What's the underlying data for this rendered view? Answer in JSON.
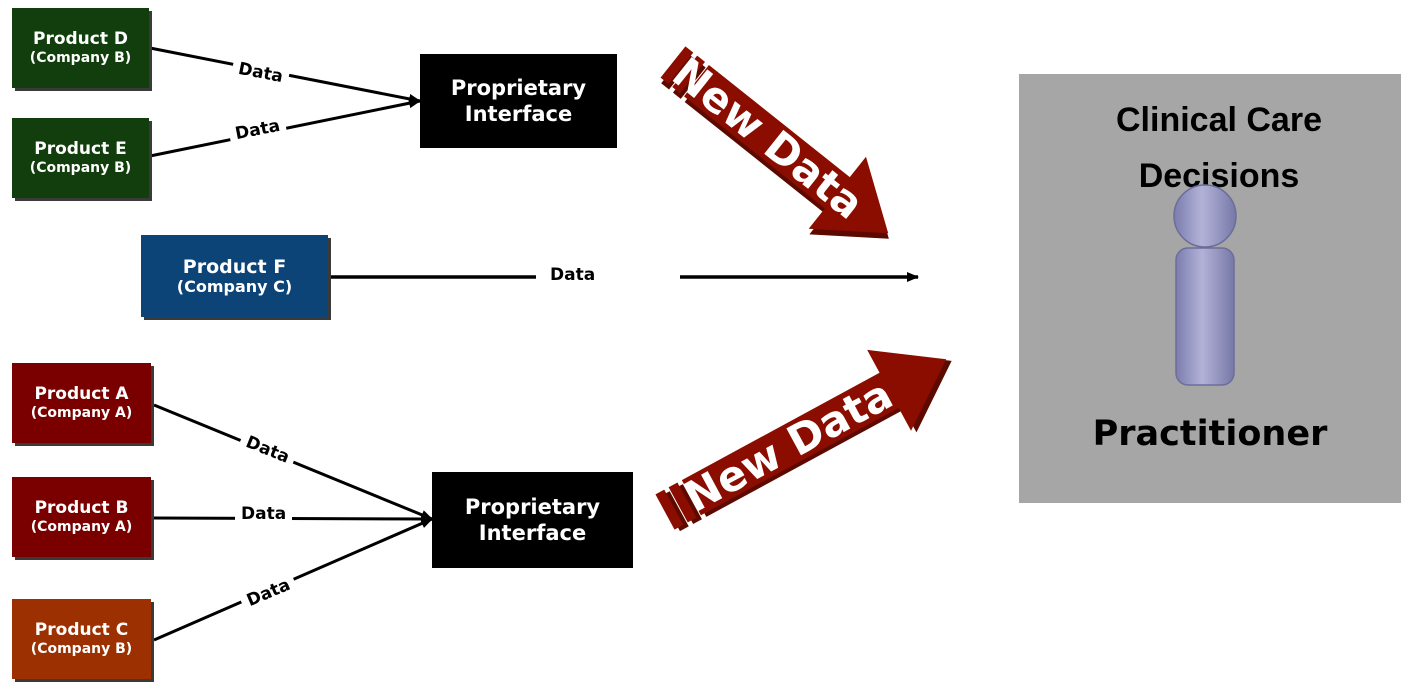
{
  "products": [
    {
      "id": "D",
      "name": "Product D",
      "company": "(Company B)",
      "color": "#123d0c"
    },
    {
      "id": "E",
      "name": "Product E",
      "company": "(Company B)",
      "color": "#123d0c"
    },
    {
      "id": "F",
      "name": "Product F",
      "company": "(Company C)",
      "color": "#0d4478"
    },
    {
      "id": "A",
      "name": "Product A",
      "company": "(Company A)",
      "color": "#7a0000"
    },
    {
      "id": "B",
      "name": "Product B",
      "company": "(Company A)",
      "color": "#7a0000"
    },
    {
      "id": "C",
      "name": "Product C",
      "company": "(Company B)",
      "color": "#9c3000"
    }
  ],
  "interfaces": [
    {
      "line1": "Proprietary",
      "line2": "Interface"
    },
    {
      "line1": "Proprietary",
      "line2": "Interface"
    }
  ],
  "data_label": "Data",
  "new_data_label": "New Data",
  "panel": {
    "title_line1": "Clinical Care",
    "title_line2": "Decisions",
    "role": "Practitioner",
    "color": "#a6a6a6"
  },
  "colors": {
    "arrow": "#8b0d00",
    "figure": "#9a9ac4"
  }
}
